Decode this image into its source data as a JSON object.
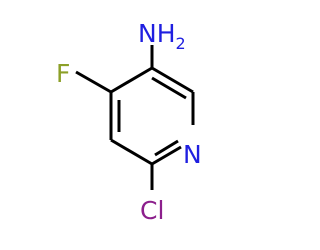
{
  "molecule": {
    "atoms": {
      "amine": {
        "symbol": "NH",
        "subscript": "2",
        "color": "#1f1fe0"
      },
      "fluorine": {
        "symbol": "F",
        "color": "#8ca028"
      },
      "ring_nitrogen": {
        "symbol": "N",
        "color": "#1f1fe0"
      },
      "chlorine": {
        "symbol": "Cl",
        "color": "#8c1f8c"
      }
    },
    "bond_color": "#000000"
  }
}
